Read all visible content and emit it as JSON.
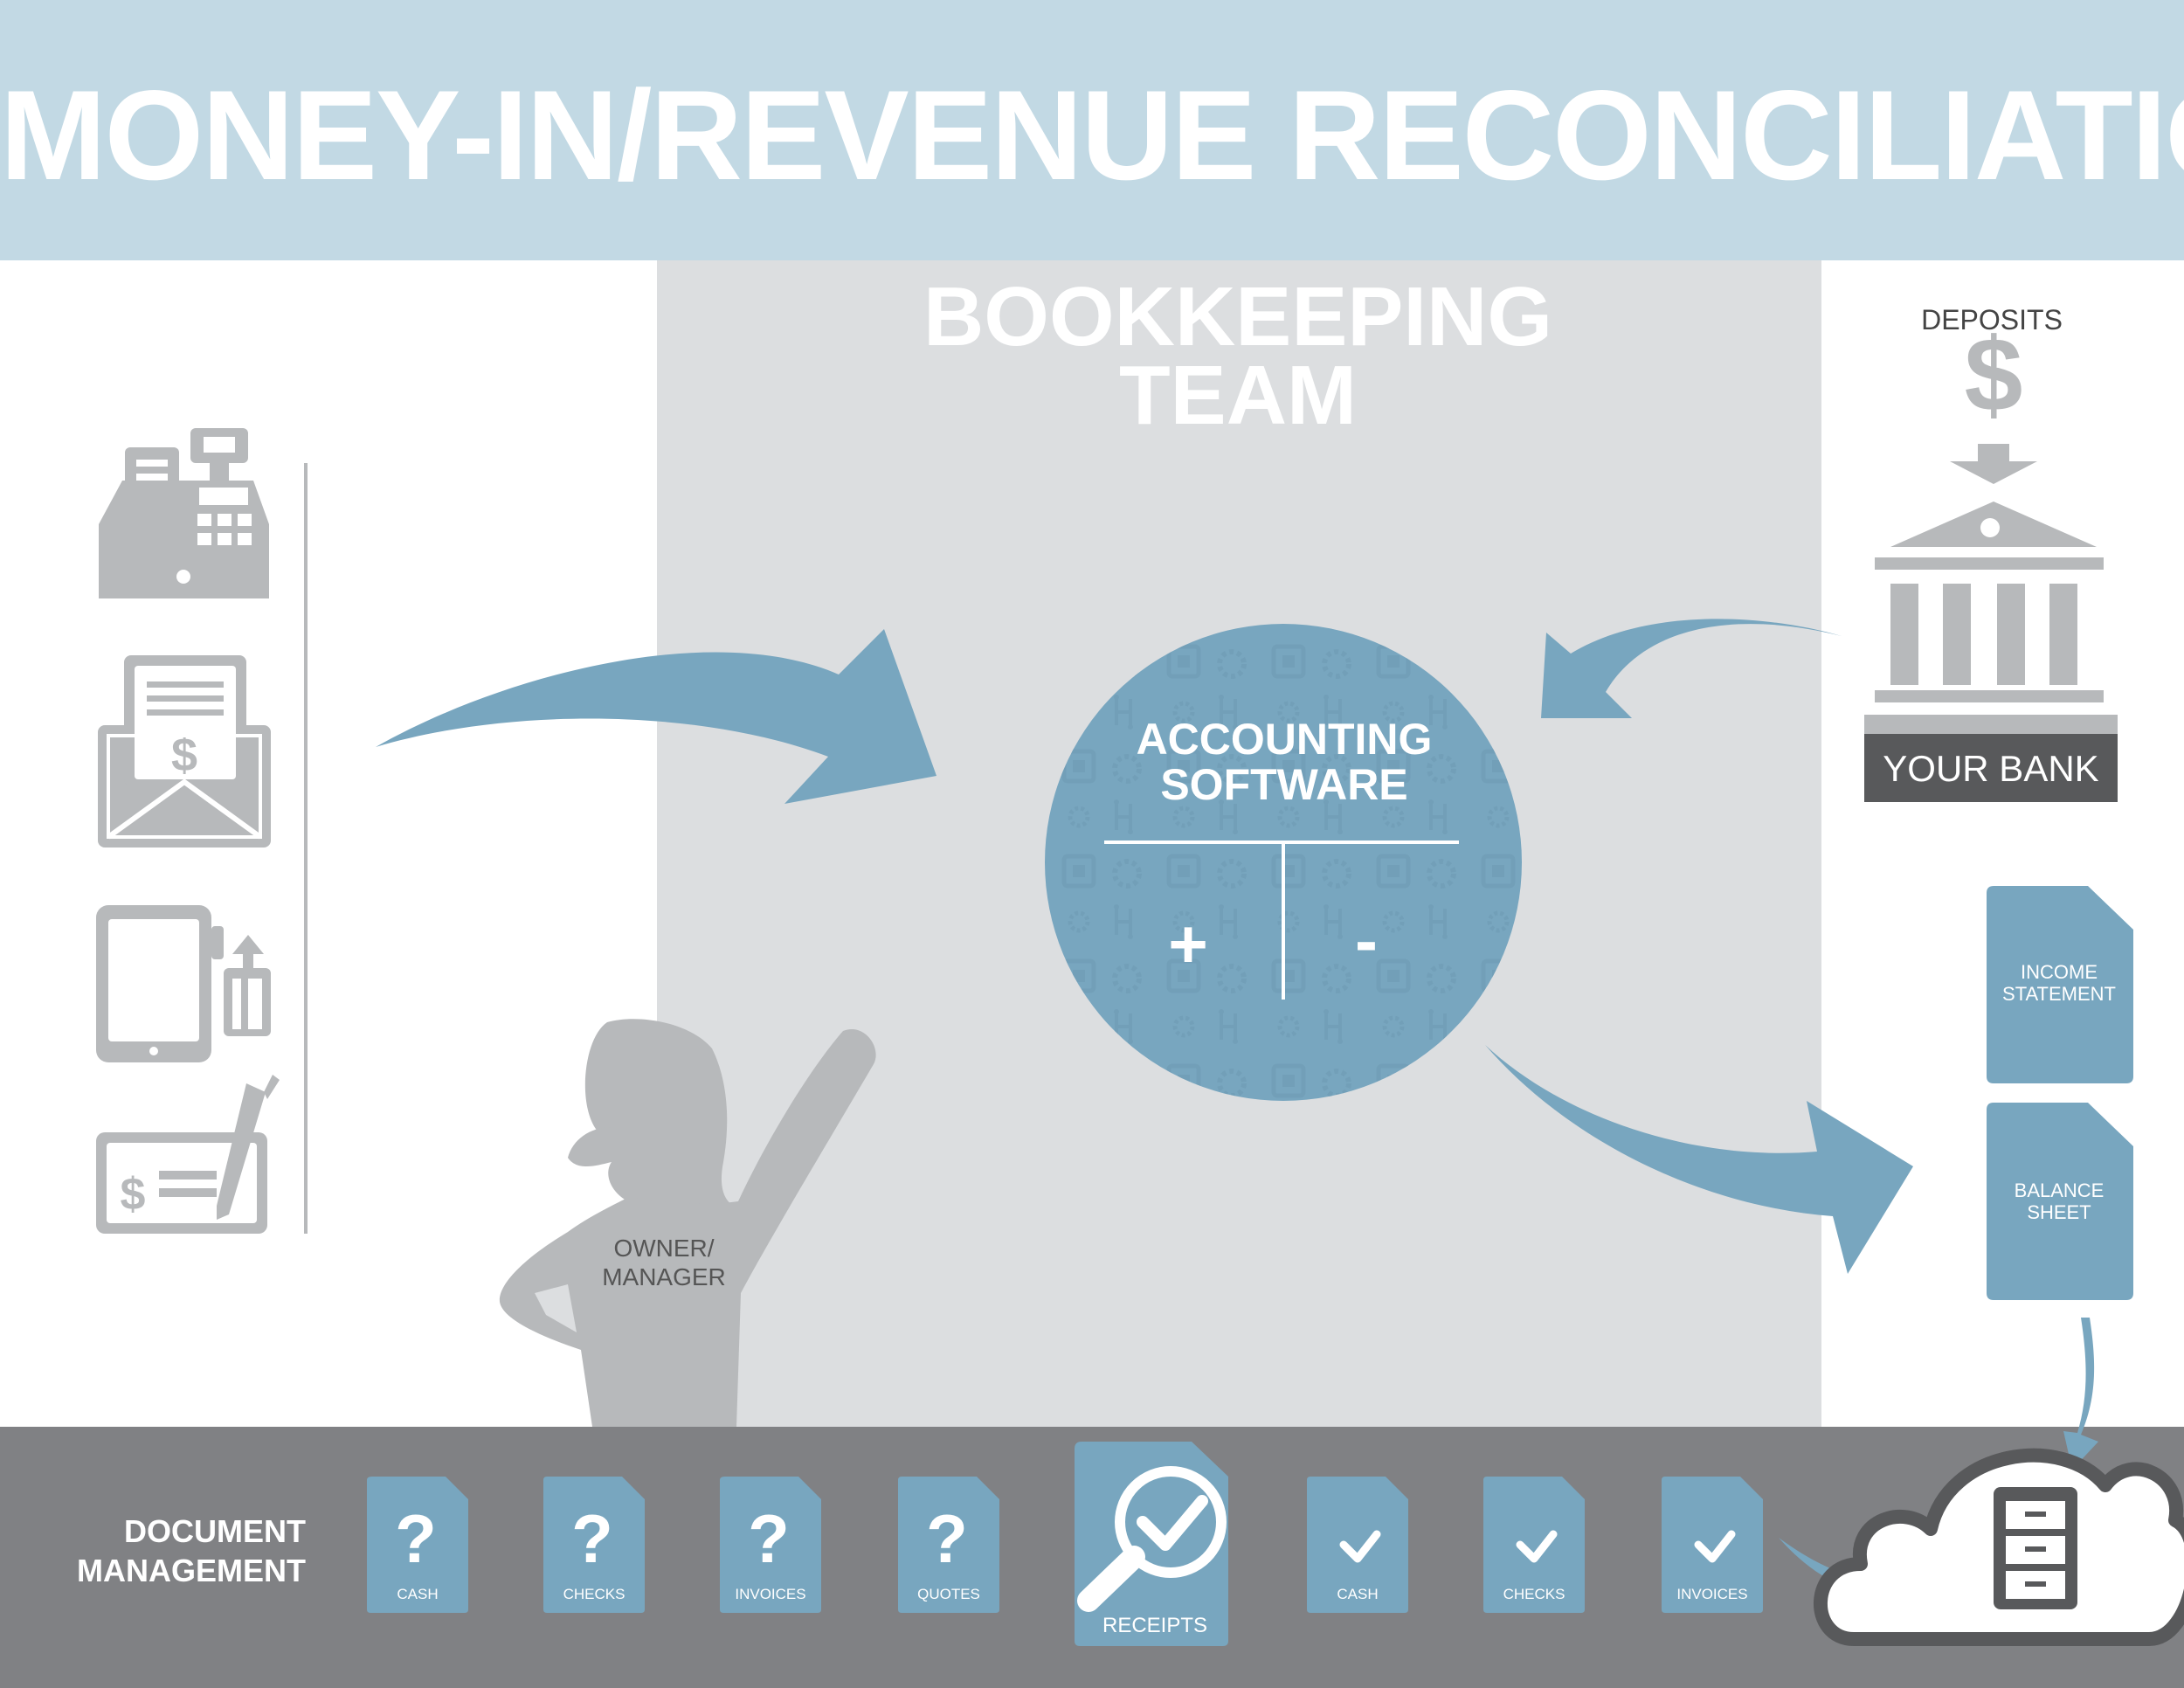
{
  "header": {
    "title": "MONEY-IN/REVENUE RECONCILIATION"
  },
  "team": {
    "line1": "BOOKKEEPING",
    "line2": "TEAM"
  },
  "software": {
    "line1": "ACCOUNTING",
    "line2": "SOFTWARE",
    "plus": "+",
    "minus": "-"
  },
  "sources": [
    {
      "icon": "cash-register-icon"
    },
    {
      "icon": "mail-payment-icon"
    },
    {
      "icon": "tablet-payment-icon"
    },
    {
      "icon": "check-payment-icon"
    }
  ],
  "bank": {
    "deposits": "DEPOSITS",
    "dollar": "$",
    "name": "YOUR BANK",
    "icon": "bank-building-icon"
  },
  "reports": [
    {
      "line1": "INCOME",
      "line2": "STATEMENT"
    },
    {
      "line1": "BALANCE",
      "line2": "SHEET"
    }
  ],
  "owner": {
    "line1": "OWNER/",
    "line2": "MANAGER"
  },
  "doc_management": {
    "line1": "DOCUMENT",
    "line2": "MANAGEMENT",
    "pending": [
      {
        "label": "CASH",
        "mark": "?"
      },
      {
        "label": "CHECKS",
        "mark": "?"
      },
      {
        "label": "INVOICES",
        "mark": "?"
      },
      {
        "label": "QUOTES",
        "mark": "?"
      }
    ],
    "receipts": {
      "label": "RECEIPTS",
      "icon": "magnifier-check-icon"
    },
    "verified": [
      {
        "label": "CASH",
        "mark": "check"
      },
      {
        "label": "CHECKS",
        "mark": "check"
      },
      {
        "label": "INVOICES",
        "mark": "check"
      }
    ],
    "storage": {
      "icon": "cloud-cabinet-icon"
    }
  },
  "colors": {
    "header_bg": "#c2d9e4",
    "center_bg": "#dcdee0",
    "accent": "#78a6bf",
    "icon_gray": "#b7b9bb",
    "footer_bg": "#808184",
    "bank_label_bg": "#58595b"
  }
}
